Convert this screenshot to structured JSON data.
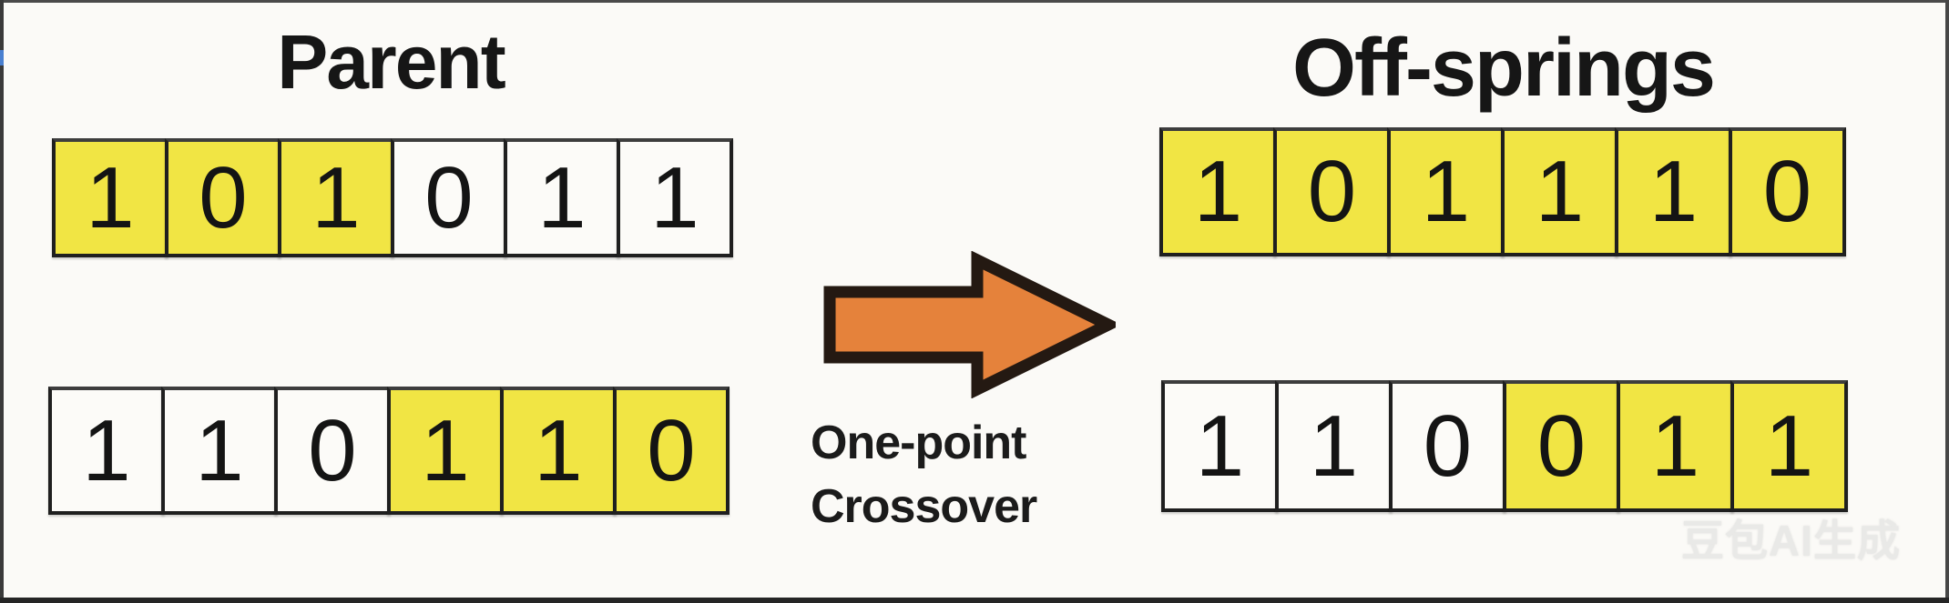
{
  "diagram": {
    "left": {
      "title": "Parent",
      "rows": [
        {
          "cells": [
            {
              "value": "1",
              "fill": "yellow"
            },
            {
              "value": "0",
              "fill": "yellow"
            },
            {
              "value": "1",
              "fill": "yellow"
            },
            {
              "value": "0",
              "fill": "white"
            },
            {
              "value": "1",
              "fill": "white"
            },
            {
              "value": "1",
              "fill": "white"
            }
          ]
        },
        {
          "cells": [
            {
              "value": "1",
              "fill": "white"
            },
            {
              "value": "1",
              "fill": "white"
            },
            {
              "value": "0",
              "fill": "white"
            },
            {
              "value": "1",
              "fill": "yellow"
            },
            {
              "value": "1",
              "fill": "yellow"
            },
            {
              "value": "0",
              "fill": "yellow"
            }
          ]
        }
      ]
    },
    "right": {
      "title": "Off-springs",
      "rows": [
        {
          "cells": [
            {
              "value": "1",
              "fill": "yellow"
            },
            {
              "value": "0",
              "fill": "yellow"
            },
            {
              "value": "1",
              "fill": "yellow"
            },
            {
              "value": "1",
              "fill": "yellow"
            },
            {
              "value": "1",
              "fill": "yellow"
            },
            {
              "value": "0",
              "fill": "yellow"
            }
          ]
        },
        {
          "cells": [
            {
              "value": "1",
              "fill": "white"
            },
            {
              "value": "1",
              "fill": "white"
            },
            {
              "value": "0",
              "fill": "white"
            },
            {
              "value": "0",
              "fill": "yellow"
            },
            {
              "value": "1",
              "fill": "yellow"
            },
            {
              "value": "1",
              "fill": "yellow"
            }
          ]
        }
      ]
    },
    "operator": {
      "label_line1": "One-point",
      "label_line2": "Crossover"
    },
    "colors": {
      "arrow_fill": "#E5823B",
      "arrow_outline": "#241912",
      "cell_yellow": "#F1E544",
      "cell_white": "#FCFBF8"
    },
    "watermark": "豆包AI生成"
  }
}
